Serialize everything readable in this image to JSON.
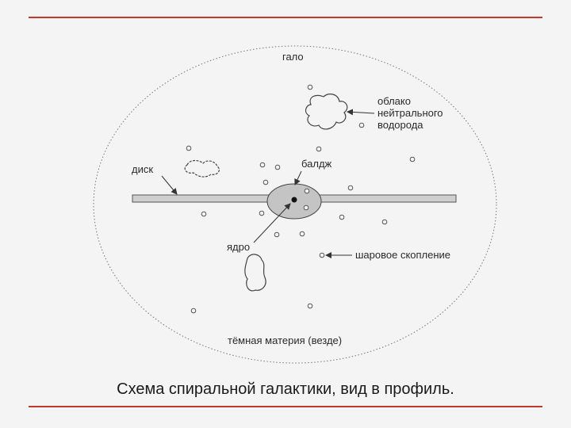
{
  "accent_color": "#c0392b",
  "labels": {
    "halo": "гало",
    "cloud_line1": "облако",
    "cloud_line2": "нейтрального",
    "cloud_line3": "водорода",
    "disk": "диск",
    "bulge": "балдж",
    "core": "ядро",
    "globular_cluster": "шаровое скопление",
    "dark_matter": "тёмная материя (везде)"
  },
  "caption": "Схема спиральной галактики, вид в профиль."
}
